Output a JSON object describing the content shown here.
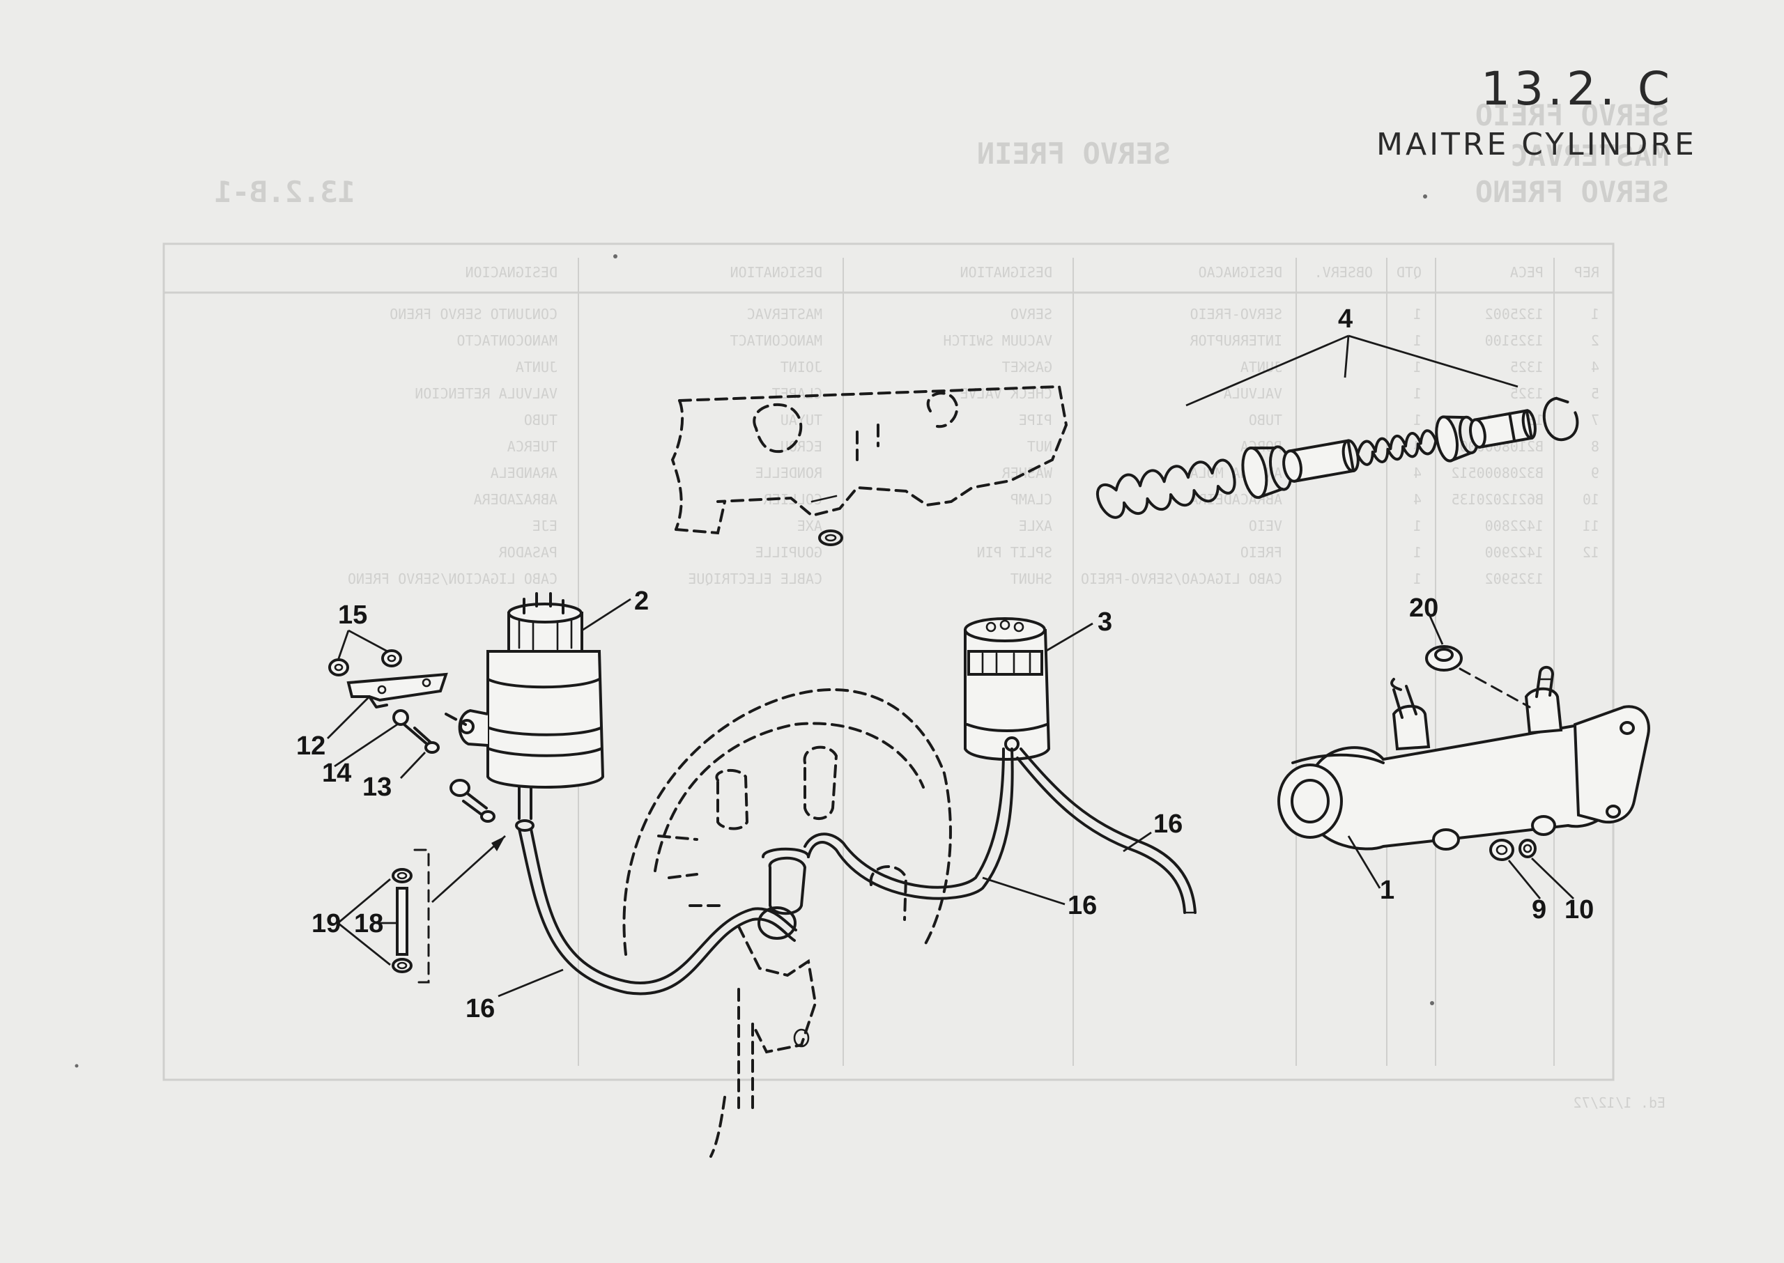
{
  "handwritten": {
    "page_ref": "13.2. C",
    "caption": "MAITRE CYLINDRE",
    "bleed_name": "SERVO FREIN"
  },
  "bleedthrough_page": {
    "header_lines": [
      "SERVO FREIO",
      "MASTERVAC",
      "SERVO FRENO"
    ],
    "page_code": "13.2.B-1",
    "columns": [
      "REP",
      "PECA",
      "QTD",
      "OBSERV.",
      "DESIGNACAO",
      "DESIGNATION",
      "DESIGNATION",
      "DESIGNACION"
    ],
    "rows": [
      [
        "1",
        "1325002",
        "1",
        "",
        "SERVO-FREIO",
        "SERVO",
        "MASTERVAC",
        "CONJUNTO SERVO FRENO"
      ],
      [
        "2",
        "1325100",
        "1",
        "",
        "INTERRUPTOR",
        "VACUUM SWITCH",
        "MANOCONTACT",
        "MANOCONTACTO"
      ],
      [
        "4",
        "1325",
        "1",
        "",
        "JUNTA",
        "GASKET",
        "JOINT",
        "JUNTA"
      ],
      [
        "5",
        "1325",
        "1",
        "",
        "VALVULA",
        "CHECK VALVE",
        "CLAPET",
        "VALVULA RETENCION"
      ],
      [
        "7",
        "1325901",
        "1",
        "",
        "TUBO",
        "PIPE",
        "TUYAU",
        "TUBO"
      ],
      [
        "8",
        "B210800000",
        "4",
        "",
        "PORCA",
        "NUT",
        "ECROU",
        "TUERCA"
      ],
      [
        "9",
        "B3208000512",
        "4",
        "",
        "ANILHA MOLA",
        "WASHER",
        "RONDELLE",
        "ARANDELA"
      ],
      [
        "10",
        "B6212020135",
        "4",
        "",
        "ABRACADEIRA",
        "CLAMP",
        "COLLIER",
        "ABRAZADERA"
      ],
      [
        "11",
        "1422800",
        "1",
        "",
        "VEIO",
        "AXLE",
        "AXE",
        "EJE"
      ],
      [
        "12",
        "1422900",
        "1",
        "",
        "FREIO",
        "SPLIT PIN",
        "GOUPILLE",
        "PASADOR"
      ],
      [
        "",
        "1325902",
        "1",
        "",
        "CABO LIGACAO/SERVO-FREIO",
        "SHUNT",
        "CABLE ELECTRIQUE",
        "CABO LIGACION/SERVO FRENO"
      ]
    ],
    "footer": "Ed. 1/12/72"
  },
  "callouts": [
    "1",
    "2",
    "3",
    "4",
    "9",
    "10",
    "12",
    "13",
    "14",
    "15",
    "16",
    "16",
    "16",
    "18",
    "19",
    "20"
  ]
}
